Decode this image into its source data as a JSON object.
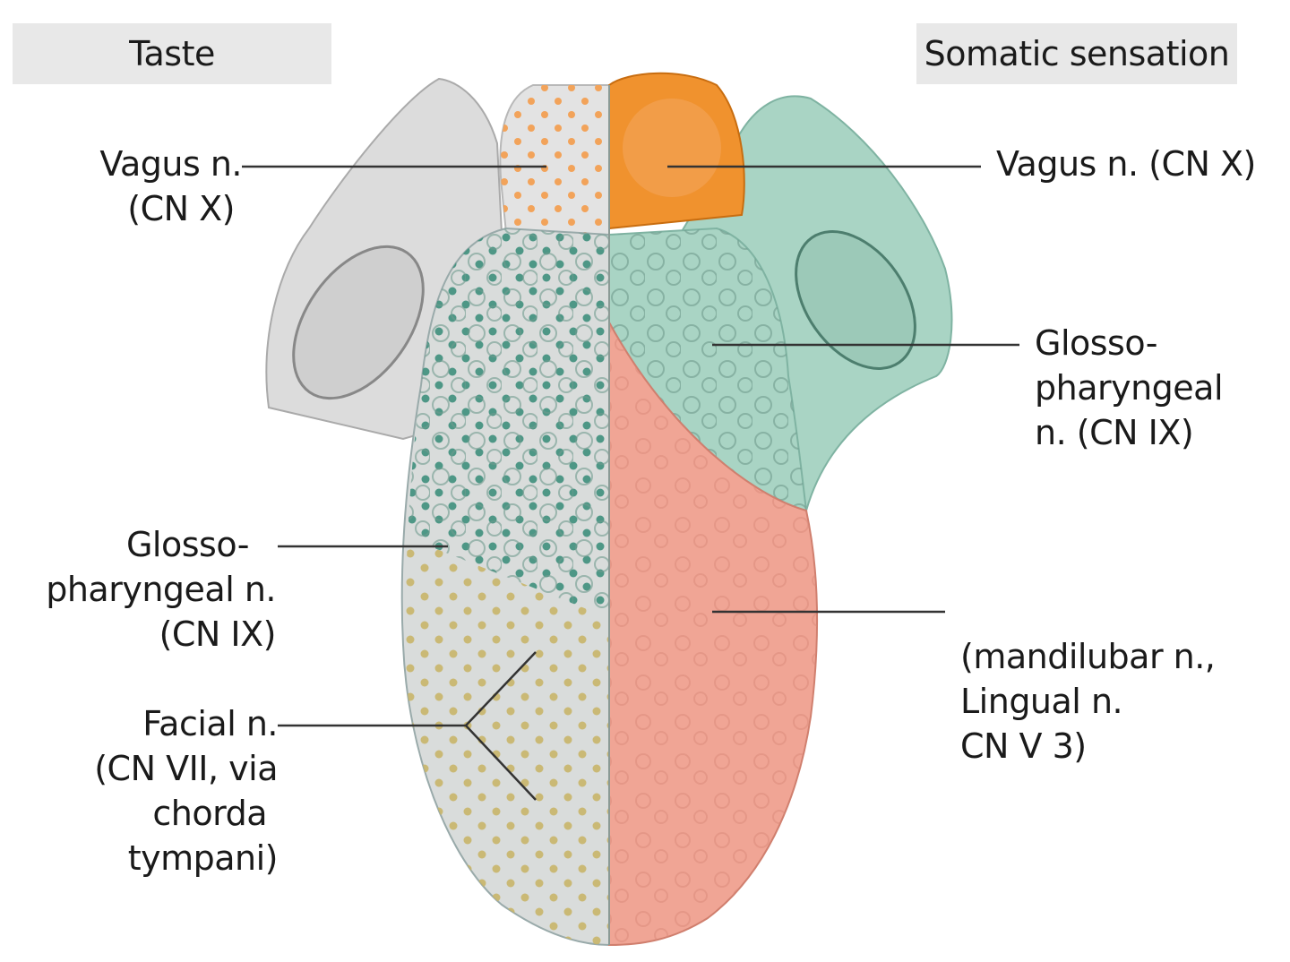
{
  "headers": {
    "taste": "Taste",
    "somatic": "Somatic sensation"
  },
  "labels": {
    "taste_vagus": [
      "Vagus n.",
      "(CN X)"
    ],
    "taste_glosso": [
      "Glosso-",
      "pharyngeal n.",
      "(CN IX)"
    ],
    "taste_facial": [
      "Facial n.",
      "(CN VII, via",
      "chorda",
      "tympani)"
    ],
    "somatic_vagus": [
      "Vagus n. (CN X)"
    ],
    "somatic_glosso": [
      "Glosso-",
      "pharyngeal",
      "n. (CN IX)"
    ],
    "somatic_mandibular": [
      "(mandilubar n.,",
      "Lingual n.",
      "CN V 3)"
    ]
  },
  "colors": {
    "header_bg": "#e8e8e8",
    "taste_region": "#d9dcdb",
    "vagus_somatic": "#f0922e",
    "glosso_somatic": "#a9d4c4",
    "mandibular": "#f0a595",
    "dot_vagus_taste": "#f2a35a",
    "dot_glosso_taste": "#3f8f7d",
    "dot_facial_taste": "#c8b56a"
  }
}
